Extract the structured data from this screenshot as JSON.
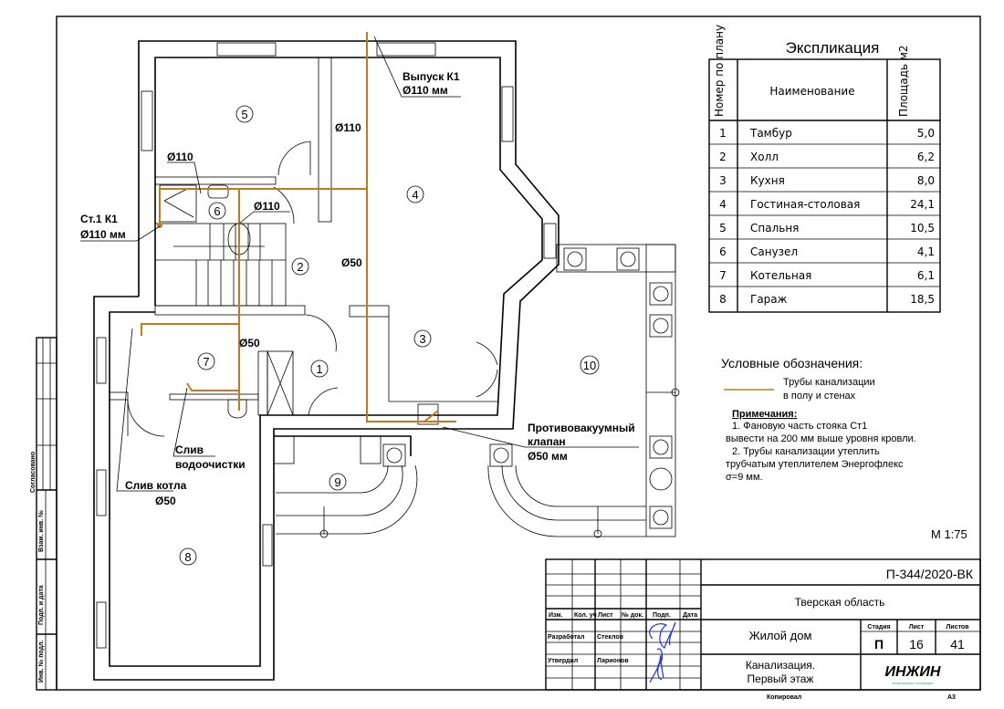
{
  "explication": {
    "title": "Экспликация",
    "headers": {
      "number": "Номер по плану",
      "name": "Наименование",
      "area": "Площадь м2"
    },
    "rows": [
      {
        "n": "1",
        "name": "Тамбур",
        "area": "5,0"
      },
      {
        "n": "2",
        "name": "Холл",
        "area": "6,2"
      },
      {
        "n": "3",
        "name": "Кухня",
        "area": "8,0"
      },
      {
        "n": "4",
        "name": "Гостиная-столовая",
        "area": "24,1"
      },
      {
        "n": "5",
        "name": "Спальня",
        "area": "10,5"
      },
      {
        "n": "6",
        "name": "Санузел",
        "area": "4,1"
      },
      {
        "n": "7",
        "name": "Котельная",
        "area": "6,1"
      },
      {
        "n": "8",
        "name": "Гараж",
        "area": "18,5"
      }
    ]
  },
  "legend": {
    "title": "Условные обозначения:",
    "pipe_line1": "Трубы канализации",
    "pipe_line2": "в полу и стенах",
    "pipe_color": "#c47a1c"
  },
  "notes": {
    "title": "Примечания:",
    "line1": "1.    Фановую часть стояка Ст1",
    "line2": "вывести на 200 мм выше уровня кровли.",
    "line3": "2.    Трубы канализации утеплить",
    "line4": "трубчатым утеплителем Энергофлекс",
    "line5": "σ=9 мм."
  },
  "scale": "М 1:75",
  "plan_labels": {
    "outlet_1": "Выпуск К1",
    "outlet_2": "Ø110 мм",
    "d110_a": "Ø110",
    "d110_b": "Ø110",
    "d110_c": "Ø110",
    "st_1": "Ст.1  К1",
    "st_2": "Ø110 мм",
    "d50_a": "Ø50",
    "d50_b": "Ø50",
    "drain_water_1": "Слив",
    "drain_water_2": "водоочистки",
    "drain_boiler_1": "Слив котла",
    "drain_boiler_2": "Ø50",
    "valve_1": "Противовакуумный",
    "valve_2": "клапан",
    "valve_3": "Ø50 мм"
  },
  "rooms": [
    "1",
    "2",
    "3",
    "4",
    "5",
    "6",
    "7",
    "8",
    "9",
    "10"
  ],
  "title_block": {
    "code": "П-344/2020-ВК",
    "region": "Тверская область",
    "building": "Жилой дом",
    "sheet_title_1": "Канализация.",
    "sheet_title_2": "Первый этаж",
    "col_izm": "Изм.",
    "col_kol": "Кол. уч",
    "col_list": "Лист",
    "col_doc": "№ док.",
    "col_podp": "Подп.",
    "col_date": "Дата",
    "developed_label": "Разработал",
    "developed_name": "Стеклов",
    "approved_label": "Утвердил",
    "approved_name": "Ларионов",
    "stage_label": "Стадия",
    "sheet_label": "Лист",
    "sheets_label": "Листов",
    "stage": "П",
    "sheet": "16",
    "sheets": "41",
    "logo": "ИНЖИН",
    "logo_sub": "Инженерные инновации",
    "copied": "Копировал",
    "format": "А3"
  },
  "side_stamp": {
    "agreed": "Согласовано",
    "replace_inv": "Взам. инв. №",
    "sign_date": "Подп. и дата",
    "inv_orig": "Инв. № подл."
  }
}
